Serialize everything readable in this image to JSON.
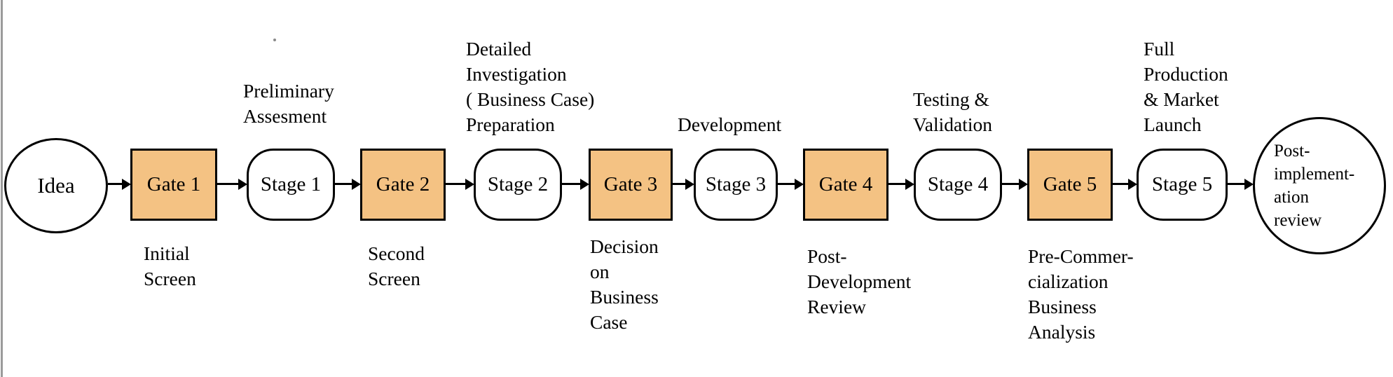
{
  "diagram_type": "stage-gate-process-flow",
  "nodes": {
    "idea": {
      "label": "Idea"
    },
    "gate1": {
      "label": "Gate 1"
    },
    "stage1": {
      "label": "Stage 1"
    },
    "gate2": {
      "label": "Gate 2"
    },
    "stage2": {
      "label": "Stage 2"
    },
    "gate3": {
      "label": "Gate 3"
    },
    "stage3": {
      "label": "Stage 3"
    },
    "gate4": {
      "label": "Gate 4"
    },
    "stage4": {
      "label": "Stage 4"
    },
    "gate5": {
      "label": "Gate 5"
    },
    "stage5": {
      "label": "Stage 5"
    },
    "post_review": {
      "lines": [
        "Post-",
        "implement-",
        "ation",
        "review"
      ]
    }
  },
  "captions": {
    "stage1_above": [
      "Preliminary",
      "Assesment"
    ],
    "stage2_above": [
      "Detailed",
      "Investigation",
      "( Business Case)",
      "Preparation"
    ],
    "stage3_above": [
      "Development"
    ],
    "stage4_above": [
      "Testing &",
      "Validation"
    ],
    "stage5_above": [
      "Full",
      "Production",
      "& Market",
      "Launch"
    ],
    "gate1_below": [
      "Initial",
      "Screen"
    ],
    "gate2_below": [
      "Second",
      "Screen"
    ],
    "gate3_below": [
      "Decision",
      "on",
      "Business",
      "Case"
    ],
    "gate4_below": [
      "Post-",
      "Development",
      "Review"
    ],
    "gate5_below": [
      "Pre-Commer-",
      "cialization",
      "Business",
      "Analysis"
    ]
  },
  "colors": {
    "gate_fill": "#f4c283",
    "shape_border": "#000000",
    "text": "#000000",
    "left_edge_line": "#9b9b9b",
    "background": "#ffffff"
  }
}
